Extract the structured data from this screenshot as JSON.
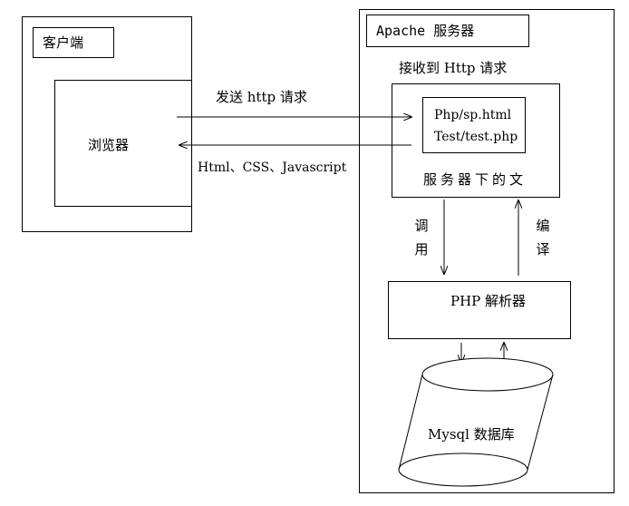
{
  "client": {
    "title": "客户端",
    "browser_label": "浏览器"
  },
  "server": {
    "title": "Apache 服务器",
    "receive_label": "接收到 Http 请求",
    "files": [
      "Php/sp.html",
      "Test/test.php"
    ],
    "files_caption": "服务器下的文",
    "parser_label": "PHP 解析器",
    "db_label": "Mysql 数据库"
  },
  "arrows": {
    "request_label": "发送 http 请求",
    "response_label": "Html、CSS、Javascript",
    "call_label": [
      "调",
      "用"
    ],
    "compile_label": [
      "编",
      "译"
    ]
  }
}
